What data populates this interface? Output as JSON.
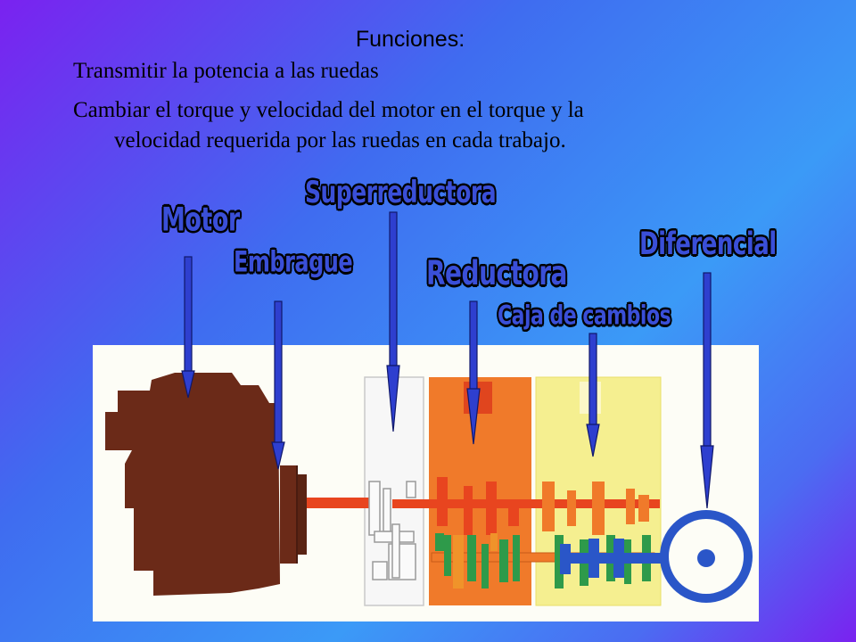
{
  "text": {
    "heading": "Funciones:",
    "line1": "Transmitir  la potencia a las ruedas",
    "line2": "Cambiar el torque y velocidad del motor en el torque y la",
    "line3": "velocidad requerida por las ruedas en cada trabajo."
  },
  "labels": {
    "motor": "Motor",
    "embrague": "Embrague",
    "superreductora": "Superreductora",
    "reductora": "Reductora",
    "caja": "Caja de cambios",
    "diferencial": "Diferencial"
  },
  "colors": {
    "motor": "#6b2a18",
    "shaft": "#e8451f",
    "reductora_block": "#f07a2a",
    "caja_block": "#f5ef90",
    "gear_green": "#2e9a4a",
    "gear_blue": "#2a56c8",
    "arrow": "#2e3fcf"
  }
}
